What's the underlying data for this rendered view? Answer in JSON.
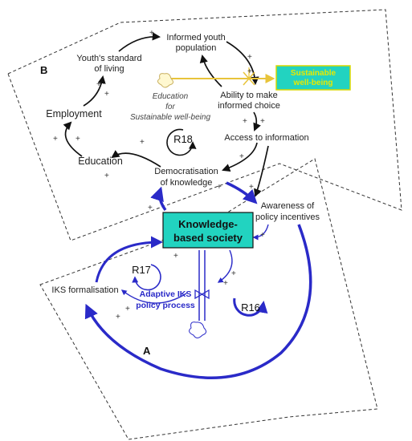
{
  "regions": {
    "a": "A",
    "b": "B"
  },
  "nodes": {
    "informed_youth": [
      "Informed youth",
      "population"
    ],
    "youth_standard": [
      "Youth's standard",
      "of living"
    ],
    "ability": [
      "Ability to make",
      "informed choice"
    ],
    "employment": "Employment",
    "education": "Education",
    "access": "Access to information",
    "democratisation": [
      "Democratisation",
      "of knowledge"
    ],
    "awareness": [
      "Awareness of",
      "policy incentives"
    ],
    "kbs": [
      "Knowledge-",
      "based society"
    ],
    "iks": "IKS formalisation",
    "adaptive": [
      "Adaptive IKS",
      "policy process"
    ],
    "education_sw": [
      "Education",
      "for",
      "Sustainable well-being"
    ],
    "sustainable": [
      "Sustainable",
      "well-being"
    ]
  },
  "loops": {
    "r16": "R16",
    "r17": "R17",
    "r18": "R18"
  },
  "polarity": "+",
  "colors": {
    "box_fill": "#22d3c0",
    "blue": "#2a2ac8",
    "flow": "#e8c43a"
  }
}
